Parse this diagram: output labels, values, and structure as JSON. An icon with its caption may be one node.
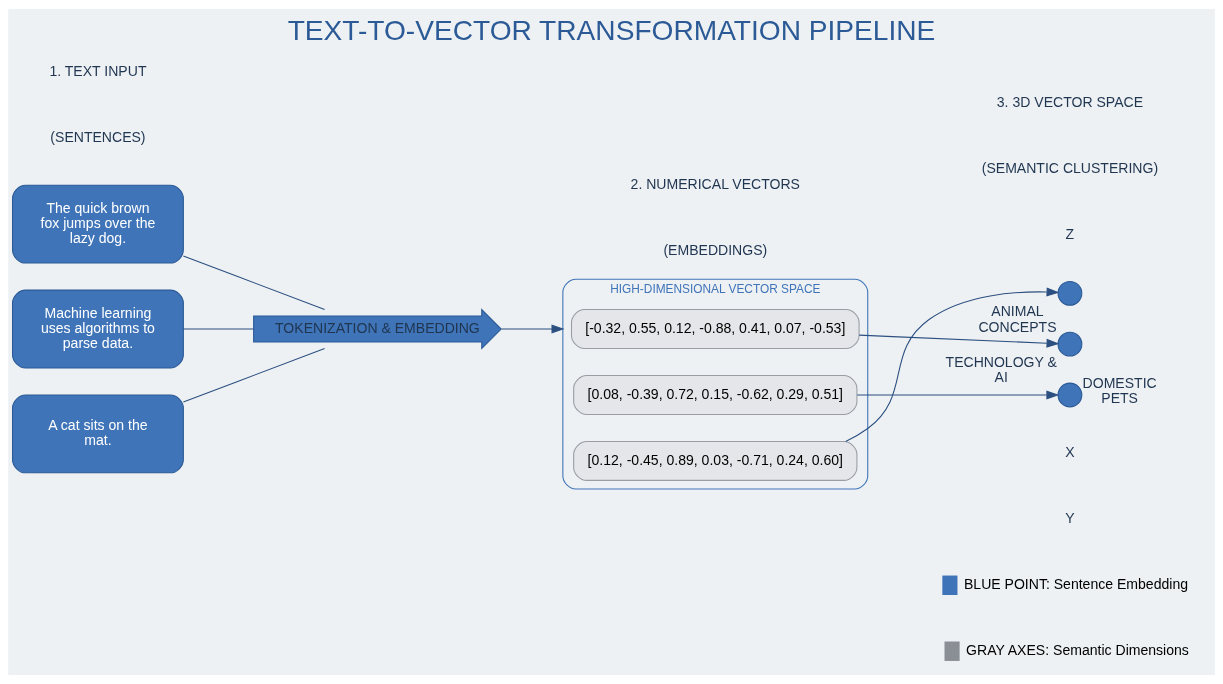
{
  "diagram": {
    "title": "TEXT-TO-VECTOR TRANSFORMATION PIPELINE",
    "nodes": [
      {
        "text": [
          "The quick brown fox jumps over the lazy dog."
        ]
      },
      {
        "text": [
          "Machine learning uses algorithms to parse data."
        ]
      },
      {
        "text": [
          "A cat sits on the mat."
        ]
      },
      {
        "text": [
          "TOKENIZATION & EMBEDDING"
        ]
      },
      {
        "text": [
          "HIGH-DIMENSIONAL VECTOR SPACE"
        ]
      },
      {
        "text": [
          "[0.12, -0.45, 0.89, 0.03, -0.71, 0.24, 0.60]"
        ],
        "in": 4
      },
      {
        "text": [
          "[-0.32, 0.55, 0.12, -0.88, 0.41, 0.07, -0.53]"
        ],
        "in": 4
      },
      {
        "text": [
          "[0.08, -0.39, 0.72, 0.15, -0.62, 0.29, 0.51]"
        ],
        "in": 4
      },
      {
        "text": [],
        "shape": "circle",
        "beside": [
          "ANIMAL CONCEPTS"
        ]
      },
      {
        "text": [],
        "shape": "circle",
        "beside": [
          "TECHNOLOGY & AI"
        ]
      },
      {
        "text": [],
        "shape": "circle",
        "beside": [
          "DOMESTIC PETS"
        ]
      }
    ],
    "edges": [
      {
        "from": 0,
        "to": 3,
        "arrow": "none"
      },
      {
        "from": 1,
        "to": 3,
        "arrow": "none"
      },
      {
        "from": 2,
        "to": 3,
        "arrow": "none"
      },
      {
        "from": 3,
        "to": 4,
        "arrow": "to"
      },
      {
        "from": 5,
        "to": 8,
        "arrow": "to"
      },
      {
        "from": 6,
        "to": 9,
        "arrow": "to"
      },
      {
        "from": 7,
        "to": 10,
        "arrow": "to"
      }
    ],
    "labels": [
      "1. TEXT INPUT",
      "(SENTENCES)",
      "2. NUMERICAL VECTORS",
      "(EMBEDDINGS)",
      "3. 3D VECTOR SPACE",
      "(SEMANTIC CLUSTERING)",
      "Z",
      "X",
      "Y"
    ],
    "legend": [
      {
        "text": "BLUE POINT: Sentence Embedding",
        "color": "#3f74b8"
      },
      {
        "text": "GRAY AXES: Semantic Dimensions",
        "color": "#8a8f96"
      }
    ]
  }
}
